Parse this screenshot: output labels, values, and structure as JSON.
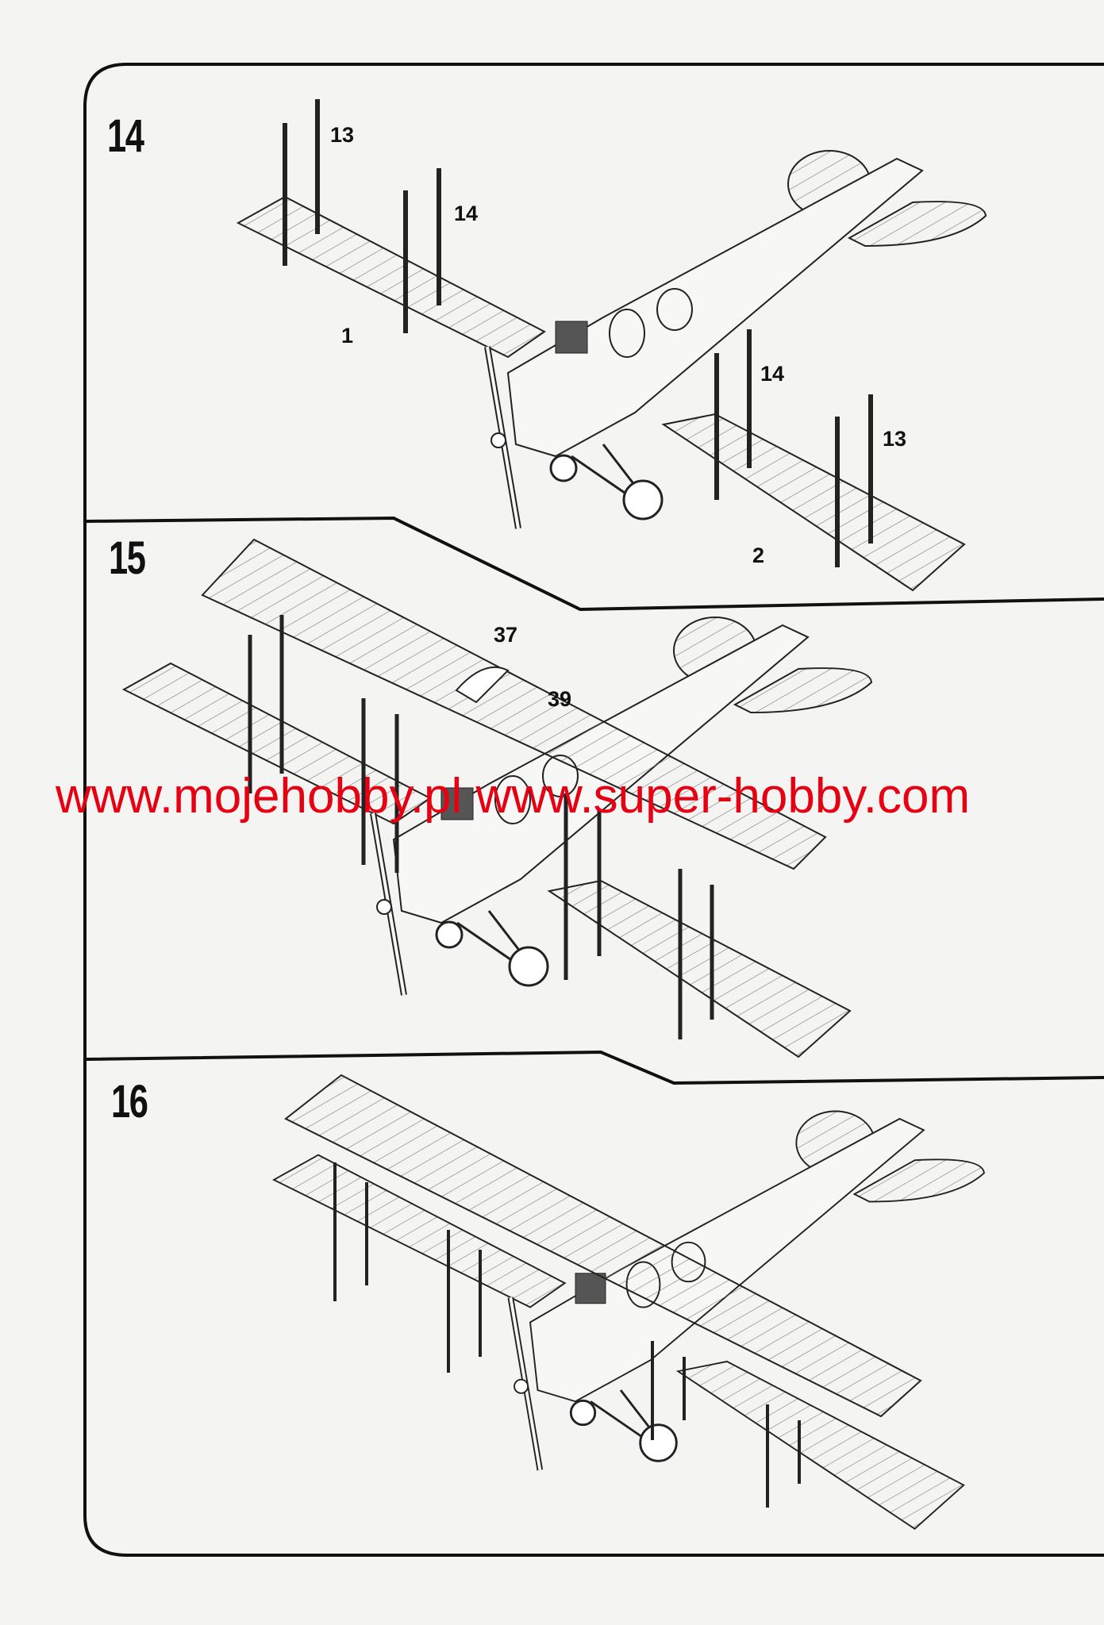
{
  "steps": [
    {
      "number": "14",
      "parts": [
        "13",
        "14",
        "1",
        "14",
        "13",
        "2"
      ]
    },
    {
      "number": "15",
      "parts": [
        "37",
        "39"
      ]
    },
    {
      "number": "16",
      "parts": []
    }
  ],
  "watermark": "www.mojehobby.pl www.super-hobby.com",
  "colors": {
    "line": "#111111",
    "watermark": "#e60012",
    "paper": "#f4f4f2"
  }
}
